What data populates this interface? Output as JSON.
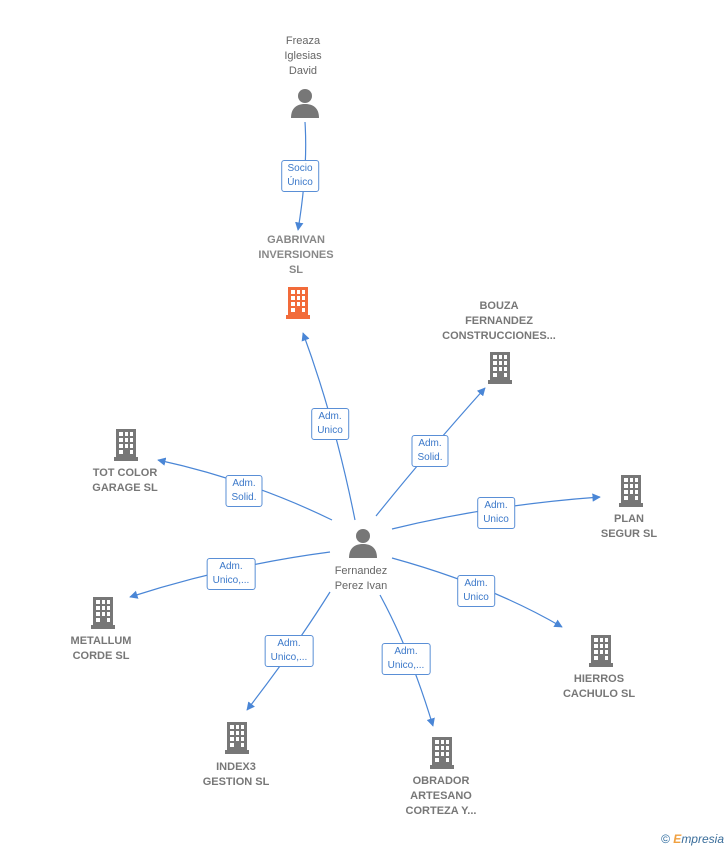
{
  "colors": {
    "edge": "#4a86d6",
    "person_icon": "#777777",
    "company_icon": "#777777",
    "main_company_icon": "#f26b3a"
  },
  "center_person": {
    "label": "Fernandez\nPerez Ivan",
    "icon": "person-icon"
  },
  "owner_person": {
    "label": "Freaza\nIglesias\nDavid",
    "icon": "person-icon"
  },
  "main_company": {
    "label": "GABRIVAN\nINVERSIONES\nSL",
    "icon": "building-icon"
  },
  "companies": [
    {
      "id": "bouza",
      "label": "BOUZA\nFERNANDEZ\nCONSTRUCCIONES..."
    },
    {
      "id": "tot",
      "label": "TOT COLOR\nGARAGE  SL"
    },
    {
      "id": "plan",
      "label": "PLAN\nSEGUR SL"
    },
    {
      "id": "metallum",
      "label": "METALLUM\nCORDE  SL"
    },
    {
      "id": "hierros",
      "label": "HIERROS\nCACHULO  SL"
    },
    {
      "id": "index3",
      "label": "INDEX3\nGESTION  SL"
    },
    {
      "id": "obrador",
      "label": "OBRADOR\nARTESANO\nCORTEZA Y..."
    }
  ],
  "edges": [
    {
      "id": "owner-main",
      "label": "Socio\nÚnico"
    },
    {
      "id": "center-main",
      "label": "Adm.\nUnico"
    },
    {
      "id": "center-bouza",
      "label": "Adm.\nSolid."
    },
    {
      "id": "center-tot",
      "label": "Adm.\nSolid."
    },
    {
      "id": "center-plan",
      "label": "Adm.\nUnico"
    },
    {
      "id": "center-metallum",
      "label": "Adm.\nUnico,..."
    },
    {
      "id": "center-hierros",
      "label": "Adm.\nUnico"
    },
    {
      "id": "center-index3",
      "label": "Adm.\nUnico,..."
    },
    {
      "id": "center-obrador",
      "label": "Adm.\nUnico,..."
    }
  ],
  "footer": {
    "copyright": "©",
    "brand_initial": "E",
    "brand_rest": "mpresia"
  }
}
